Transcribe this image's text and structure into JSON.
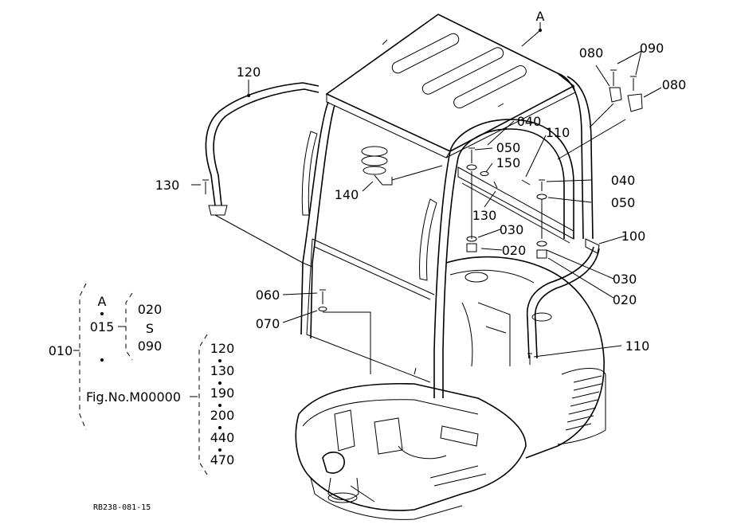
{
  "diagram": {
    "callouts": {
      "A_top": "A",
      "p080_left": "080",
      "p090": "090",
      "p080_right": "080",
      "p120": "120",
      "p040_top": "040",
      "p110_top": "110",
      "p050_top": "050",
      "p150": "150",
      "p130_left": "130",
      "p140": "140",
      "p130_mid": "130",
      "p040_right": "040",
      "p050_right": "050",
      "p030_left": "030",
      "p020_left": "020",
      "p100": "100",
      "p030_right": "030",
      "p020_right": "020",
      "p060": "060",
      "p070": "070",
      "p110_right": "110"
    },
    "tree": {
      "A": "A",
      "p015": "015",
      "p020": "020",
      "tilde": "S",
      "p090": "090",
      "p010": "010",
      "fig": "Fig.No.M00000",
      "list": [
        "120",
        "130",
        "190",
        "200",
        "440",
        "470"
      ]
    },
    "footer_code": "RB238-081-15"
  }
}
